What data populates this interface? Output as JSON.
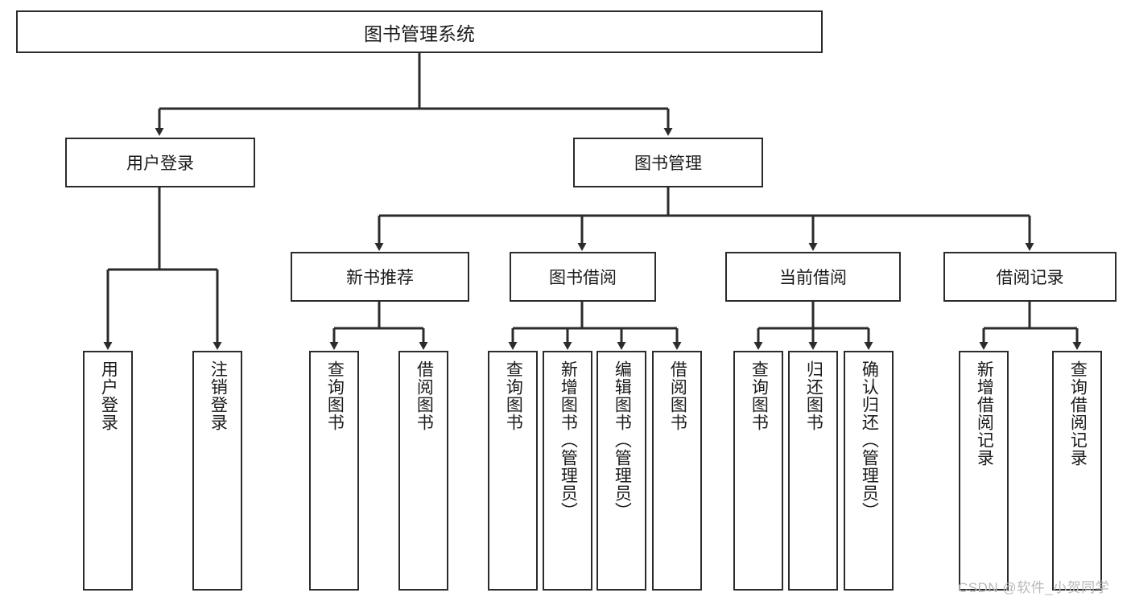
{
  "diagram": {
    "title": "图书管理系统",
    "type": "tree-hierarchy",
    "root": {
      "label": "图书管理系统"
    },
    "level1": [
      {
        "label": "用户登录"
      },
      {
        "label": "图书管理"
      }
    ],
    "level2": [
      {
        "label": "新书推荐"
      },
      {
        "label": "图书借阅"
      },
      {
        "label": "当前借阅"
      },
      {
        "label": "借阅记录"
      }
    ],
    "leaves": {
      "user_login": [
        {
          "label": "用户登录"
        },
        {
          "label": "注销登录"
        }
      ],
      "new_book_recommend": [
        {
          "label": "查询图书"
        },
        {
          "label": "借阅图书"
        }
      ],
      "book_borrow": [
        {
          "label": "查询图书"
        },
        {
          "label": "新增图书（管理员）"
        },
        {
          "label": "编辑图书（管理员）"
        },
        {
          "label": "借阅图书"
        }
      ],
      "current_borrow": [
        {
          "label": "查询图书"
        },
        {
          "label": "归还图书"
        },
        {
          "label": "确认归还（管理员）"
        }
      ],
      "borrow_record": [
        {
          "label": "新增借阅记录"
        },
        {
          "label": "查询借阅记录"
        }
      ]
    }
  },
  "watermark": {
    "text": "CSDN @软件_小贺同学"
  },
  "colors": {
    "box_border": "#2b2b2b",
    "box_fill": "#ffffff",
    "text": "#1b1b1b",
    "line": "#2b2b2b",
    "watermark": "#b9b9b9"
  }
}
